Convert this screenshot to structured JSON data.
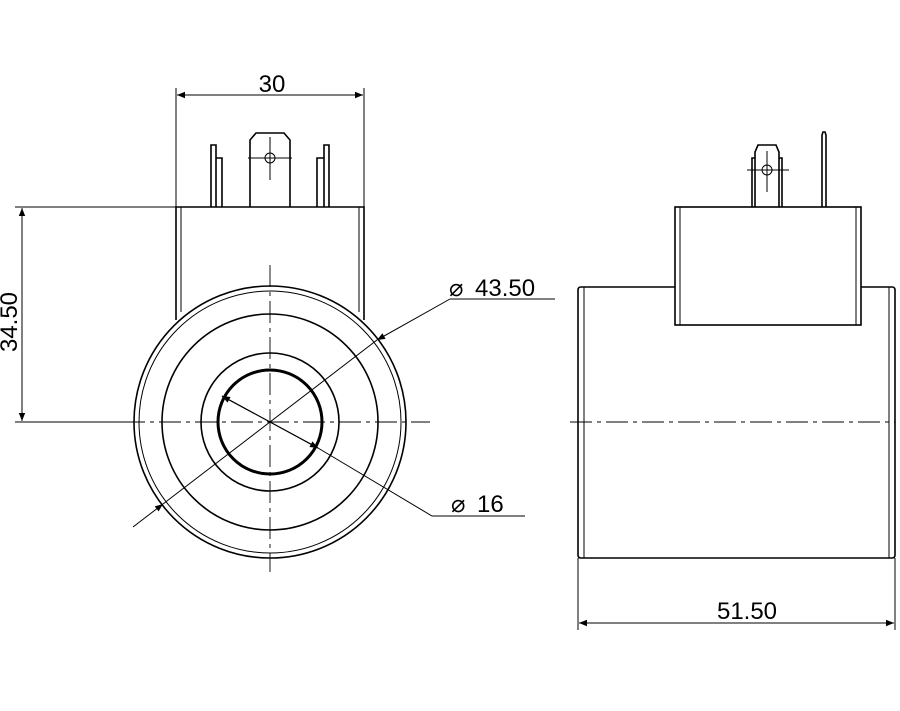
{
  "drawing": {
    "dimensions": {
      "width_top": "30",
      "height_left": "34.50",
      "outer_diameter": "43.50",
      "bore_diameter": "16",
      "length": "51.50"
    },
    "diameter_symbol": "⌀"
  }
}
